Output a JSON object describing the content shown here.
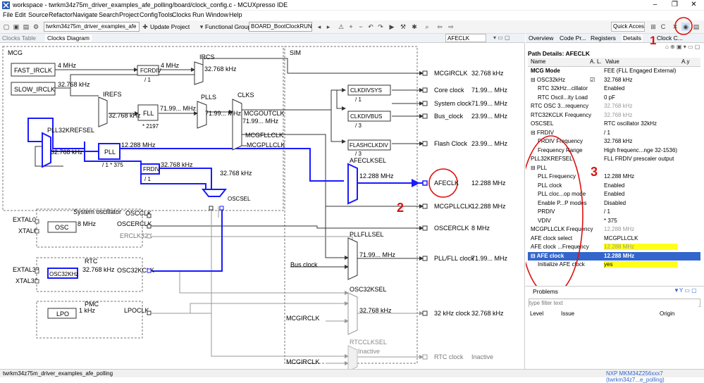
{
  "window": {
    "title": "workspace - twrkm34z75m_driver_examples_afe_polling/board/clock_config.c - MCUXpresso IDE",
    "minimize": "–",
    "maximize": "❐",
    "close": "✕"
  },
  "menu": [
    "File",
    "Edit",
    "Source",
    "Refactor",
    "Navigate",
    "Search",
    "Project",
    "ConfigTools",
    "Clocks",
    "Run",
    "Window",
    "Help"
  ],
  "toolbar": {
    "project_combo": "twrkm34z75m_driver_examples_afe",
    "update_project": "Update Project",
    "functional_group_label": "Functional Group",
    "functional_group_value": "BOARD_BootClockRUN",
    "quick_access": "Quick Access"
  },
  "editor": {
    "tabs": [
      "Clocks Table",
      "Clocks Diagram"
    ],
    "search_value": "AFECLK"
  },
  "diagram": {
    "mcg_label": "MCG",
    "sim_label": "SIM",
    "blocks": {
      "fast_irclk": "FAST_IRCLK",
      "slow_irclk": "SLOW_IRCLK",
      "fcrdiv": "FCRDIV",
      "fcrdiv_val": "/ 1",
      "ircs": "IRCS",
      "irefs": "IREFS",
      "fll": "FLL",
      "fll_mult": "* 2197",
      "plls": "PLLS",
      "clks": "CLKS",
      "pll32krefsel": "PLL32KREFSEL",
      "pll": "PLL",
      "pll_div": "/ 1 * 375",
      "frdiv": "FRDIV",
      "frdiv_val": "/ 1",
      "oscsel": "OSCSEL",
      "clkdivsys": "CLKDIVSYS",
      "clkdivsys_val": "/ 1",
      "clkdivbus": "CLKDIVBUS",
      "clkdivbus_val": "/ 3",
      "flashclkdiv": "FLASHCLKDIV",
      "flashclkdiv_val": "/ 3",
      "afeclksel": "AFECLKSEL",
      "pllfllsel": "PLLFLLSEL",
      "osc32ksel": "OSC32KSEL",
      "rtcclksel": "RTCCLKSEL",
      "rtcclksel_state": "Inactive",
      "sys_osc": "System oscillator",
      "osc": "OSC",
      "rtc": "RTC",
      "osc32kh": "OSC32KHz",
      "pmc": "PMC",
      "lpo": "LPO"
    },
    "signals": {
      "f4mhz_a": "4 MHz",
      "f4mhz_b": "4 MHz",
      "ircs_out": "32.768 kHz",
      "slow_f": "32.768 kHz",
      "irefs_out": "32.768 kHz",
      "fll_out": "71.99... MHz",
      "plls_out": "71.99... MHz",
      "mcgoutclk": "MCGOUTCLK",
      "mcgoutclk_f": "71.99... MHz",
      "mcgfllclk": "MCGFLLCLK",
      "mcgpllclk": "MCGPLLCLK",
      "pll_in": "32.768 kHz",
      "pll_out": "12.288 MHz",
      "frdiv_out": "32.768 kHz",
      "oscsel_out": "32.768 kHz",
      "afe_mux_out": "12.288 MHz",
      "pllfll_mux_out": "71.99... MHz",
      "osc32k_mux_out": "32.768 kHz",
      "osc_f": "8 MHz",
      "rtc_f": "32.768 kHz",
      "lpo_f": "1 kHz",
      "oscclk": "OSCCLK",
      "oscerclk": "OSCERCLK",
      "erclk32k": "ERCLK32K",
      "osc32kclk": "OSC32KCLK",
      "lpoclk": "LPOCLK",
      "bus_clock": "Bus clock",
      "mcgirclk_a": "MCGIRCLK",
      "mcgirclk_b": "MCGIRCLK",
      "extal0": "EXTAL0",
      "xtal0": "XTAL0",
      "extal32": "EXTAL32",
      "xtal32": "XTAL32"
    },
    "outputs": [
      {
        "name": "MCGIRCLK",
        "freq": "32.768 kHz"
      },
      {
        "name": "Core clock",
        "freq": "71.99... MHz"
      },
      {
        "name": "System clock",
        "freq": "71.99... MHz"
      },
      {
        "name": "Bus_clock",
        "freq": "23.99... MHz"
      },
      {
        "name": "Flash Clock",
        "freq": "23.99... MHz"
      },
      {
        "name": "AFECLK",
        "freq": "12.288 MHz"
      },
      {
        "name": "MCGPLLCLK",
        "freq": "12.288 MHz"
      },
      {
        "name": "OSCERCLK",
        "freq": "8 MHz"
      },
      {
        "name": "PLL/FLL clock",
        "freq": "71.99... MHz"
      },
      {
        "name": "32 kHz clock",
        "freq": "32.768 kHz"
      },
      {
        "name": "RTC clock",
        "freq": "Inactive"
      }
    ],
    "annotations": {
      "n1": "1",
      "n2": "2",
      "n3": "3"
    }
  },
  "right": {
    "tabs": [
      "Overview",
      "Code Pr...",
      "Registers",
      "Details",
      "Clock C..."
    ],
    "path": "Path Details: AFECLK",
    "headers": {
      "name": "Name",
      "a": "A.",
      "l": "L.",
      "value": "Value",
      "ay": "A.y"
    },
    "rows": [
      {
        "name": "MCG Mode",
        "value": "FEE (FLL Engaged External)",
        "bold": true
      },
      {
        "name": "⊟ OSC32kHz",
        "value": "32.768 kHz",
        "check": true
      },
      {
        "name": "RTC 32kHz...cillator",
        "value": "Enabled",
        "indent": 1
      },
      {
        "name": "RTC Oscil...ity Load",
        "value": "0 pF",
        "indent": 1
      },
      {
        "name": "RTC OSC 3...requency",
        "value": "32.768 kHz",
        "grey": true
      },
      {
        "name": "RTC32KCLK Frequency",
        "value": "32.768 kHz",
        "grey": true
      },
      {
        "name": "OSCSEL",
        "value": "RTC oscillator 32kHz"
      },
      {
        "name": "⊟ FRDIV",
        "value": "/ 1"
      },
      {
        "name": "FRDIV Frequency",
        "value": "32.768 kHz",
        "indent": 1
      },
      {
        "name": "Frequency Range",
        "value": "High frequenc...nge 32-1536)",
        "indent": 1
      },
      {
        "name": "PLL32KREFSEL",
        "value": "FLL FRDIV prescaler output"
      },
      {
        "name": "⊟ PLL",
        "value": ""
      },
      {
        "name": "PLL Frequency",
        "value": "12.288 MHz",
        "indent": 1
      },
      {
        "name": "PLL clock",
        "value": "Enabled",
        "indent": 1
      },
      {
        "name": "PLL cloc...op mode",
        "value": "Enabled",
        "indent": 1
      },
      {
        "name": "Enable P...P modes",
        "value": "Disabled",
        "indent": 1
      },
      {
        "name": "PRDIV",
        "value": "/ 1",
        "indent": 1
      },
      {
        "name": "VDIV",
        "value": "* 375",
        "indent": 1
      },
      {
        "name": "MCGPLLCLK Frequency",
        "value": "12.288 MHz",
        "grey": true
      },
      {
        "name": "AFE clock select",
        "value": "MCGPLLCLK"
      },
      {
        "name": "AFE clock ...Frequency",
        "value": "12.288 MHz",
        "hl": true,
        "grey": true
      },
      {
        "name": "⊟ AFE clock",
        "value": "12.288 MHz",
        "selected": true
      },
      {
        "name": "Initialize AFE clock",
        "value": "yes",
        "indent": 1,
        "hl": true
      }
    ],
    "problems": {
      "title": "Problems",
      "filter_placeholder": "type filter text",
      "cols": [
        "Level",
        "Issue",
        "Origin"
      ]
    }
  },
  "status": {
    "left": "twrkm34z75m_driver_examples_afe_polling",
    "right": "NXP MKM34Z256xxx7 (twrkm34z7...e_polling)"
  }
}
